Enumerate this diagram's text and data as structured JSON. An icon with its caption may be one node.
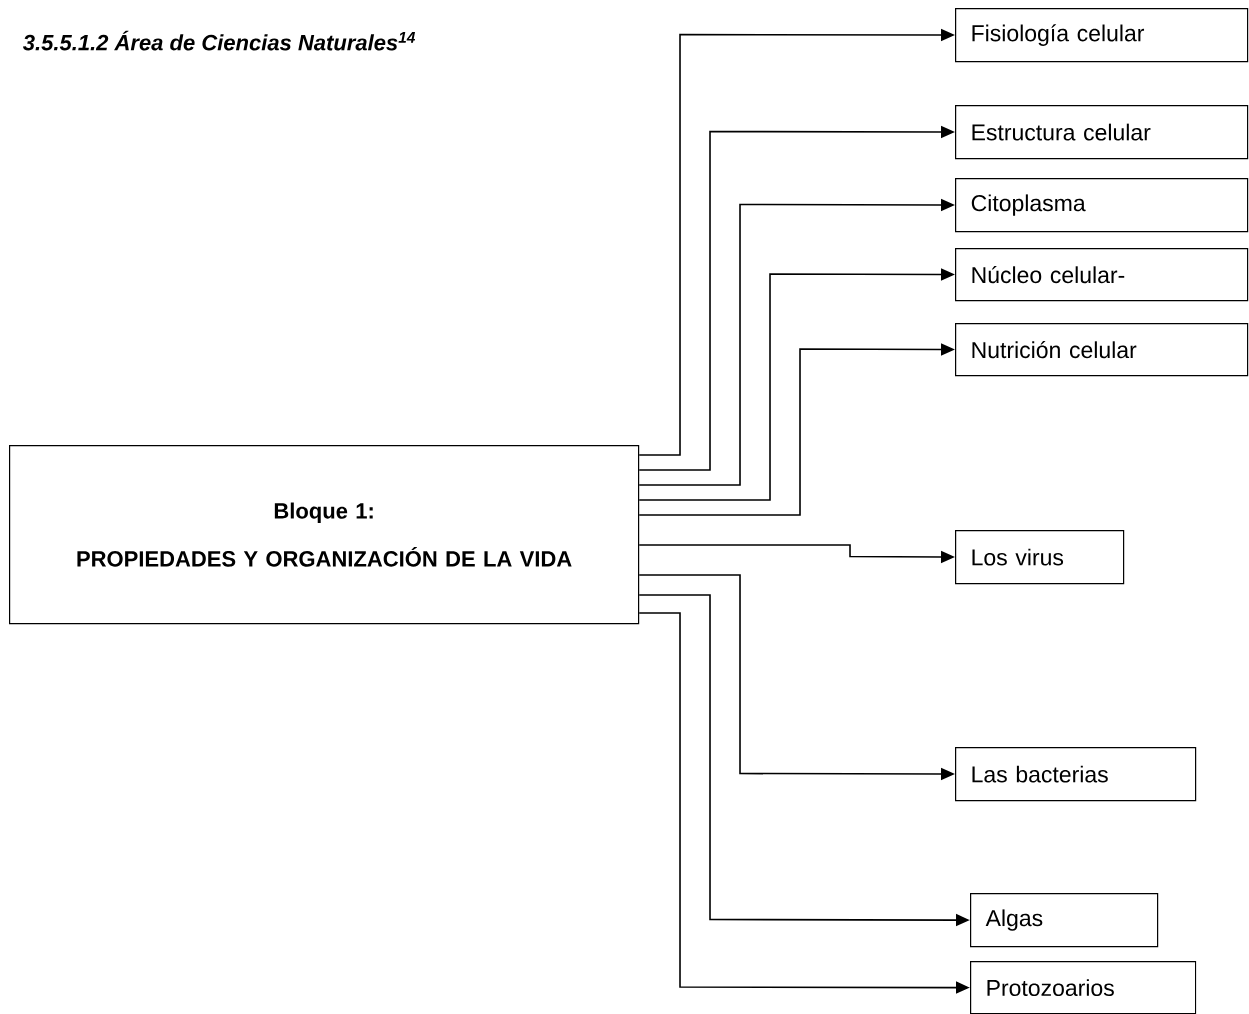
{
  "diagram": {
    "title": "3.5.5.1.2 Área de Ciencias Naturales$^{14}$",
    "nodes": [
      {
        "text": [
          "Bloque 1:",
          "PROPIEDADES Y ORGANIZACIÓN DE LA VIDA"
        ]
      },
      {
        "text": [
          "Fisiología celular"
        ]
      },
      {
        "text": [
          "Estructura celular"
        ]
      },
      {
        "text": [
          "Citoplasma"
        ]
      },
      {
        "text": [
          "Núcleo celular-"
        ]
      },
      {
        "text": [
          "Nutrición celular"
        ]
      },
      {
        "text": [
          "Los virus"
        ]
      },
      {
        "text": [
          "Las bacterias"
        ]
      },
      {
        "text": [
          "Algas"
        ]
      },
      {
        "text": [
          "Protozoarios"
        ]
      }
    ],
    "edges": [
      {
        "from": 0,
        "to": 1,
        "arrow": "to"
      },
      {
        "from": 0,
        "to": 2,
        "arrow": "to"
      },
      {
        "from": 0,
        "to": 3,
        "arrow": "to"
      },
      {
        "from": 0,
        "to": 4,
        "arrow": "to"
      },
      {
        "from": 0,
        "to": 5,
        "arrow": "to"
      },
      {
        "from": 0,
        "to": 6,
        "arrow": "to"
      },
      {
        "from": 0,
        "to": 7,
        "arrow": "to"
      },
      {
        "from": 0,
        "to": 8,
        "arrow": "to"
      },
      {
        "from": 0,
        "to": 9,
        "arrow": "to"
      }
    ]
  }
}
